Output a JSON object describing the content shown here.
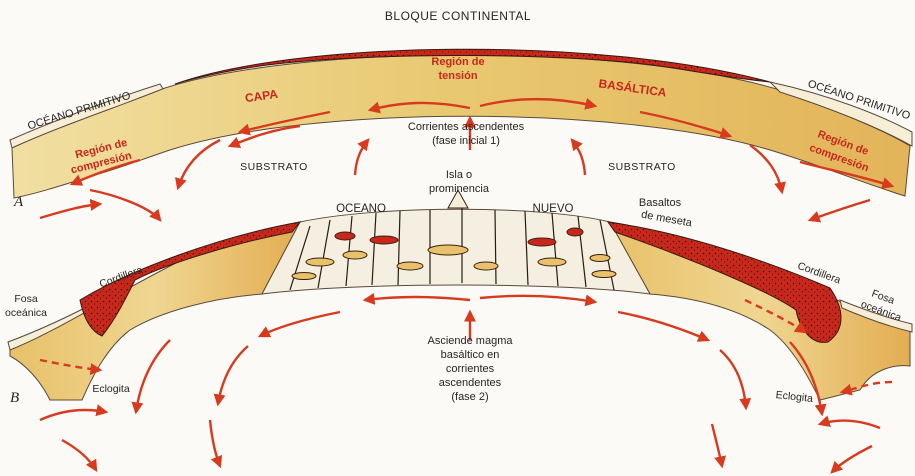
{
  "panel_a": {
    "letter": "A",
    "top_label": "BLOQUE CONTINENTAL",
    "ocean_left": "OCÉANO PRIMITIVO",
    "ocean_right": "OCÉANO PRIMITIVO",
    "layer_word_1": "CAPA",
    "layer_word_2": "BASÁLTICA",
    "tension_1": "Región de",
    "tension_2": "tensión",
    "compression_left_1": "Región de",
    "compression_left_2": "compresión",
    "compression_right_1": "Región de",
    "compression_right_2": "compresión",
    "currents_1": "Corrientes ascendentes",
    "currents_2": "(fase inicial 1)",
    "substrate_left": "SUBSTRATO",
    "substrate_right": "SUBSTRATO"
  },
  "panel_b": {
    "letter": "B",
    "ocean_word": "OCEANO",
    "new_word": "NUEVO",
    "island_1": "Isla o",
    "island_2": "prominencia",
    "basalts_1": "Basaltos",
    "basalts_2": "de meseta",
    "cordillera_left": "Cordillera",
    "cordillera_right": "Cordillera",
    "trench_left_1": "Fosa",
    "trench_left_2": "oceánica",
    "trench_right_1": "Fosa",
    "trench_right_2": "oceánica",
    "eclogite_left": "Eclogita",
    "eclogite_right": "Eclogita",
    "magma_1": "Asciende magma",
    "magma_2": "basáltico en",
    "magma_3": "corrientes",
    "magma_4": "ascendentes",
    "magma_5": "(fase 2)"
  },
  "colors": {
    "crust_yellow": "#ecd48a",
    "crust_orange": "#e2a94a",
    "continent_red": "#c8281c",
    "arrow_red": "#d83a1e",
    "ocean_fill": "#f4efe0"
  }
}
